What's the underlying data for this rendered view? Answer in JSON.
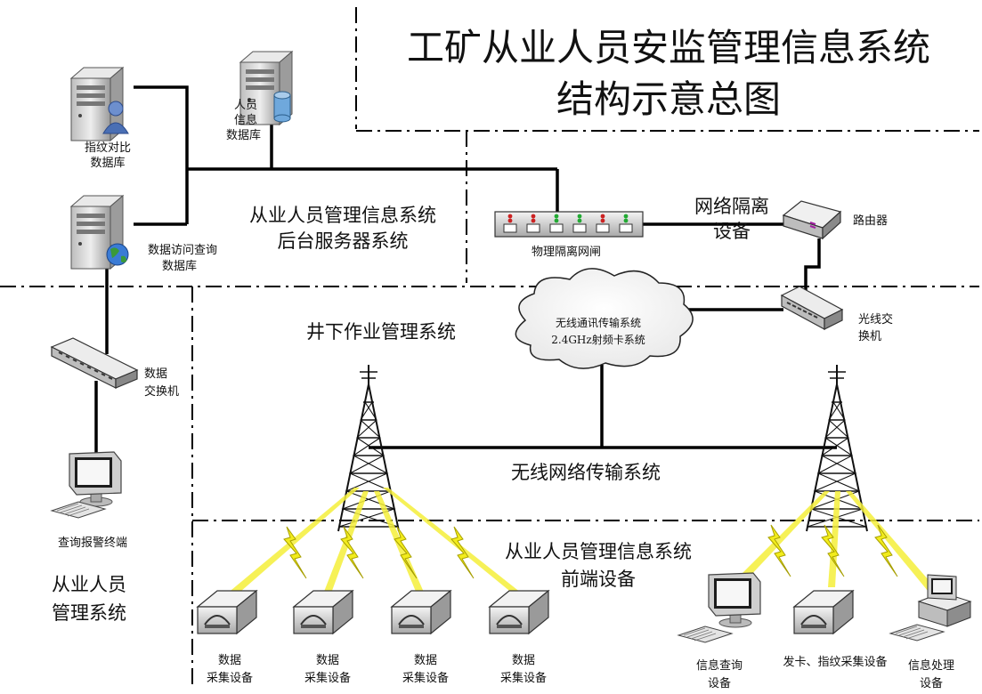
{
  "title": {
    "line1": "工矿从业人员安监管理信息系统",
    "line2": "结构示意总图"
  },
  "sections": {
    "backend_l1": "从业人员管理信息系统",
    "backend_l2": "后台服务器系统",
    "underground": "井下作业管理系统",
    "wireless_net": "无线网络传输系统",
    "frontend_l1": "从业人员管理信息系统",
    "frontend_l2": "前端设备",
    "personnel_l1": "从业人员",
    "personnel_l2": "管理系统",
    "isolation_l1": "网络隔离",
    "isolation_l2": "设备"
  },
  "nodes": {
    "fingerprint_db": [
      "指纹对比",
      "数据库"
    ],
    "person_db": [
      "人员",
      "信息",
      "数据库"
    ],
    "access_db": [
      "数据访问查询",
      "数据库"
    ],
    "gateway": "物理隔离网闸",
    "router": "路由器",
    "fiber_switch": [
      "光线交",
      "换机"
    ],
    "data_switch": [
      "数据",
      "交换机"
    ],
    "terminal": "查询报警终端",
    "cloud": [
      "无线通讯传输系统",
      "2.4GHz射频卡系统"
    ],
    "collectors": [
      [
        "数据",
        "采集设备"
      ],
      [
        "数据",
        "采集设备"
      ],
      [
        "数据",
        "采集设备"
      ],
      [
        "数据",
        "采集设备"
      ]
    ],
    "info_query": [
      "信息查询",
      "设备"
    ],
    "card_issue": "发卡、指纹采集设备",
    "info_process": [
      "信息处理",
      "设备"
    ]
  },
  "icons": [
    "server-icon",
    "database-icon",
    "user-icon",
    "globe-icon",
    "network-switch-icon",
    "router-icon",
    "gateway-icon",
    "cloud-icon",
    "radio-tower-icon",
    "lightning-bolt-icon",
    "card-reader-icon",
    "monitor-icon",
    "keyboard-icon",
    "desktop-computer-icon"
  ],
  "colors": {
    "line": "#000000",
    "signal": "#f2ec1c",
    "device_body": "#d9d9d9",
    "led_red": "#cc2222",
    "led_green": "#22aa33",
    "db_blue": "#6fa8dc"
  }
}
